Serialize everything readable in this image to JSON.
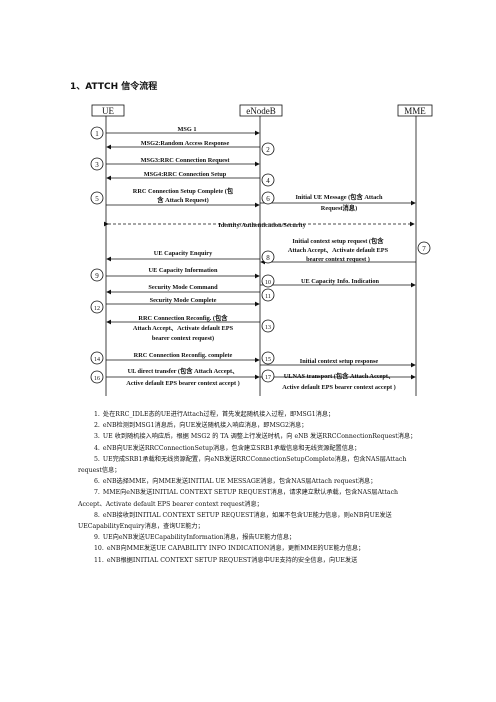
{
  "heading": "1、ATTCH 信令流程",
  "diagram": {
    "nodes": [
      {
        "id": "ue",
        "label": "UE"
      },
      {
        "id": "enb",
        "label": "eNodeB"
      },
      {
        "id": "mme",
        "label": "MME"
      }
    ],
    "circles": [
      "1",
      "2",
      "3",
      "4",
      "5",
      "6",
      "7",
      "8",
      "9",
      "10",
      "11",
      "12",
      "13",
      "14",
      "15",
      "16",
      "17"
    ],
    "messages": [
      {
        "id": "m1",
        "lines": [
          "MSG 1"
        ]
      },
      {
        "id": "m2",
        "lines": [
          "MSG2:Random Access Response"
        ]
      },
      {
        "id": "m3",
        "lines": [
          "MSG3:RRC Connection Request"
        ]
      },
      {
        "id": "m4",
        "lines": [
          "MSG4:RRC Connection Setup"
        ]
      },
      {
        "id": "m5",
        "lines": [
          "RRC Connection Setup Complete (包",
          "含 Attach Request)"
        ]
      },
      {
        "id": "m6",
        "lines": [
          "Initial UE Message (包含 Attach",
          "Request消息)"
        ]
      },
      {
        "id": "m7",
        "lines": [
          "Identity/Authentication/Security"
        ]
      },
      {
        "id": "m8",
        "lines": [
          "Initial context setup request (包含",
          "Attach Accept、Activate default EPS",
          "bearer context request )"
        ]
      },
      {
        "id": "m9",
        "lines": [
          "UE Capacity Enquiry"
        ]
      },
      {
        "id": "m10",
        "lines": [
          "UE Capacity Information"
        ]
      },
      {
        "id": "m11",
        "lines": [
          "UE Capacity Info. Indication"
        ]
      },
      {
        "id": "m12",
        "lines": [
          "Security Mode Command"
        ]
      },
      {
        "id": "m13",
        "lines": [
          "Security Mode Complete"
        ]
      },
      {
        "id": "m14",
        "lines": [
          "RRC Connection Reconfig. (包含",
          "Attach Accept、Activate default EPS",
          "bearer context request)"
        ]
      },
      {
        "id": "m15",
        "lines": [
          "RRC Connection Reconfig. complete"
        ]
      },
      {
        "id": "m16",
        "lines": [
          "Initial context setup response"
        ]
      },
      {
        "id": "m17",
        "lines": [
          "UL direct transfer (包含 Attach Accept、",
          "Active default EPS bearer context accept )"
        ]
      },
      {
        "id": "m18",
        "lines": [
          "ULNAS transport (包含 Attach Accept、",
          "Active default EPS bearer context accept )"
        ]
      }
    ]
  },
  "steps": [
    {
      "num": "1.",
      "text": "处在RRC_IDLE态的UE进行Attach过程，首先发起随机接入过程，即MSG1消息；"
    },
    {
      "num": "2.",
      "text": "eNB检测到MSG1消息后，向UE发送随机接入响应消息，即MSG2消息；"
    },
    {
      "num": "3.",
      "text": "UE 收到随机接入响应后，根据 MSG2 的 TA 调整上行发送时机，向 eNB 发送RRCConnectionRequest消息；"
    },
    {
      "num": "4.",
      "text": "eNB向UE发送RRCConnectionSetup消息，包含建立SRB1承载信息和无线资源配置信息；"
    },
    {
      "num": "5.",
      "text": "UE完成SRB1承载和无线资源配置，向eNB发送RRCConnectionSetupComplete消息，包含NAS层Attach request信息；"
    },
    {
      "num": "6.",
      "text": "eNB选择MME，向MME发送INITIAL UE MESSAGE消息，包含NAS层Attach request消息；"
    },
    {
      "num": "7.",
      "text": "MME向eNB发送INITIAL CONTEXT SETUP REQUEST消息，请求建立默认承载，包含NAS层Attach Accept、Activate default EPS bearer context request消息；"
    },
    {
      "num": "8.",
      "text": "eNB接收到INITIAL CONTEXT SETUP REQUEST消息，如果不包含UE能力信息，则eNB向UE发送UECapabilityEnquiry消息，查询UE能力；"
    },
    {
      "num": "9.",
      "text": "UE向eNB发送UECapabilityInformation消息，报告UE能力信息；"
    },
    {
      "num": "10.",
      "text": "eNB向MME发送UE CAPABILITY INFO INDICATION消息，更新MME的UE能力信息；"
    },
    {
      "num": "11.",
      "text": "eNB根据INITIAL CONTEXT SETUP REQUEST消息中UE支持的安全信息，向UE发送"
    }
  ]
}
